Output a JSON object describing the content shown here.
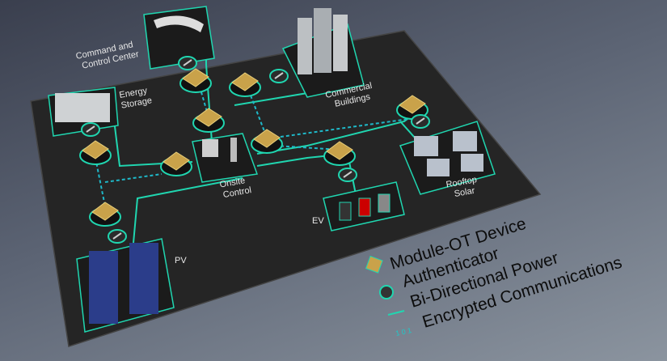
{
  "colors": {
    "power_line": "#20d6b0",
    "comm_line": "#1fb8c8",
    "board": "#262626",
    "chip": "#c9a24a"
  },
  "labels": {
    "command_center": [
      "Command and",
      "Control Center"
    ],
    "energy_storage": [
      "Energy",
      "Storage"
    ],
    "commercial_buildings": [
      "Commercial",
      "Buildings"
    ],
    "onsite_control": [
      "Onsite",
      "Control"
    ],
    "rooftop_solar": [
      "Rooftop",
      "Solar"
    ],
    "ev": "EV",
    "pv": "PV"
  },
  "legend": {
    "items": [
      {
        "label": "Module-OT Device",
        "icon": "chip-icon"
      },
      {
        "label": "Authenticator",
        "icon": "key-icon"
      },
      {
        "label": "Bi-Directional Power",
        "icon": "line-icon"
      },
      {
        "label": "Encrypted Communications",
        "icon": "binary-icon",
        "glyph": "1 0 1"
      }
    ]
  }
}
